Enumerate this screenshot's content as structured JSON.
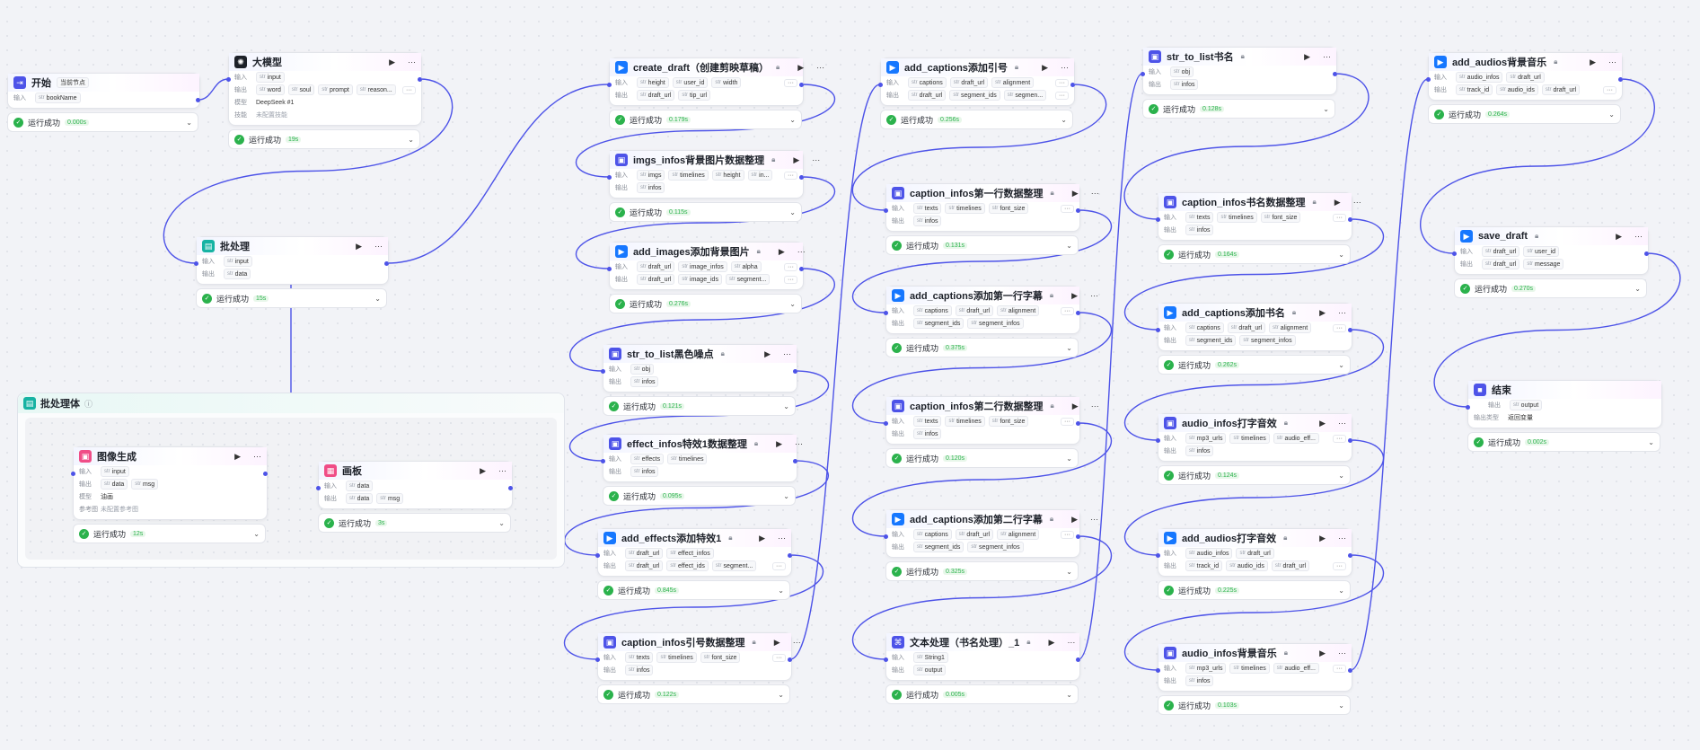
{
  "labels": {
    "input": "输入",
    "output": "输出",
    "model": "模型",
    "skill": "技能",
    "ref": "参考图",
    "output_type": "输出类型"
  },
  "status_text": "运行成功",
  "colors": {
    "edge": "#4d53e8",
    "success": "#2bb24c"
  },
  "icons": {
    "play": "play-icon",
    "more": "more-icon",
    "chevron": "chevron-down-icon",
    "check": "check-icon",
    "lock": "lock-icon"
  },
  "nodes": {
    "start": {
      "title": "开始",
      "badge": "当前节点",
      "inputs": [
        "bookName"
      ],
      "time": "0.000s"
    },
    "llm": {
      "title": "大模型",
      "inputs": [
        "input"
      ],
      "outputs": [
        "word",
        "soul",
        "prompt",
        "reason..."
      ],
      "model": "DeepSeek #1",
      "skill": "未配置技能",
      "time": "19s"
    },
    "batch": {
      "title": "批处理",
      "inputs": [
        "input"
      ],
      "outputs": [
        "data"
      ],
      "time": "15s"
    },
    "batch_body": {
      "title": "批处理体"
    },
    "image_gen": {
      "title": "图像生成",
      "inputs": [
        "input"
      ],
      "outputs": [
        "data",
        "msg"
      ],
      "model": "油画",
      "ref": "未配置参考图",
      "time": "12s"
    },
    "canvas": {
      "title": "画板",
      "inputs": [
        "data"
      ],
      "outputs": [
        "data",
        "msg"
      ],
      "time": "3s"
    },
    "create_draft": {
      "title": "create_draft（创建剪映草稿）",
      "inputs": [
        "height",
        "user_id",
        "width"
      ],
      "outputs": [
        "draft_url",
        "tip_url"
      ],
      "time": "0.179s"
    },
    "imgs_infos": {
      "title": "imgs_infos背景图片数据整理",
      "inputs": [
        "imgs",
        "timelines",
        "height",
        "in..."
      ],
      "outputs": [
        "infos"
      ],
      "time": "0.115s"
    },
    "add_images": {
      "title": "add_images添加背景图片",
      "inputs": [
        "draft_url",
        "image_infos",
        "alpha"
      ],
      "outputs": [
        "draft_url",
        "image_ids",
        "segment..."
      ],
      "time": "0.276s"
    },
    "str_to_list_black": {
      "title": "str_to_list黑色噪点",
      "inputs": [
        "obj"
      ],
      "outputs": [
        "infos"
      ],
      "time": "0.121s"
    },
    "effect_infos": {
      "title": "effect_infos特效1数据整理",
      "inputs": [
        "effects",
        "timelines"
      ],
      "outputs": [
        "infos"
      ],
      "time": "0.095s"
    },
    "add_effects": {
      "title": "add_effects添加特效1",
      "inputs": [
        "draft_url",
        "effect_infos"
      ],
      "outputs": [
        "draft_url",
        "effect_ids",
        "segment..."
      ],
      "time": "0.845s"
    },
    "caption_quote": {
      "title": "caption_infos引号数据整理",
      "inputs": [
        "texts",
        "timelines",
        "font_size"
      ],
      "outputs": [
        "infos"
      ],
      "time": "0.122s"
    },
    "add_captions_quote": {
      "title": "add_captions添加引号",
      "inputs": [
        "captions",
        "draft_url",
        "alignment"
      ],
      "outputs": [
        "draft_url",
        "segment_ids",
        "segmen..."
      ],
      "time": "0.256s"
    },
    "caption_line1": {
      "title": "caption_infos第一行数据整理",
      "inputs": [
        "texts",
        "timelines",
        "font_size"
      ],
      "outputs": [
        "infos"
      ],
      "time": "0.131s"
    },
    "add_captions_line1": {
      "title": "add_captions添加第一行字幕",
      "inputs": [
        "captions",
        "draft_url",
        "alignment"
      ],
      "outputs": [
        "segment_ids",
        "segment_infos"
      ],
      "time": "0.375s"
    },
    "caption_line2": {
      "title": "caption_infos第二行数据整理",
      "inputs": [
        "texts",
        "timelines",
        "font_size"
      ],
      "outputs": [
        "infos"
      ],
      "time": "0.120s"
    },
    "add_captions_line2": {
      "title": "add_captions添加第二行字幕",
      "inputs": [
        "captions",
        "draft_url",
        "alignment"
      ],
      "outputs": [
        "segment_ids",
        "segment_infos"
      ],
      "time": "0.325s"
    },
    "text_proc": {
      "title": "文本处理（书名处理）_1",
      "inputs": [
        "String1"
      ],
      "outputs": [
        "output"
      ],
      "time": "0.005s"
    },
    "str_to_list_book": {
      "title": "str_to_list书名",
      "inputs": [
        "obj"
      ],
      "outputs": [
        "infos"
      ],
      "time": "0.128s"
    },
    "caption_book": {
      "title": "caption_infos书名数据整理",
      "inputs": [
        "texts",
        "timelines",
        "font_size"
      ],
      "outputs": [
        "infos"
      ],
      "time": "0.164s"
    },
    "add_captions_book": {
      "title": "add_captions添加书名",
      "inputs": [
        "captions",
        "draft_url",
        "alignment"
      ],
      "outputs": [
        "segment_ids",
        "segment_infos"
      ],
      "time": "0.262s"
    },
    "audio_type": {
      "title": "audio_infos打字音效",
      "inputs": [
        "mp3_urls",
        "timelines",
        "audio_eff..."
      ],
      "outputs": [
        "infos"
      ],
      "time": "0.124s"
    },
    "add_audio_type": {
      "title": "add_audios打字音效",
      "inputs": [
        "audio_infos",
        "draft_url"
      ],
      "outputs": [
        "track_id",
        "audio_ids",
        "draft_url"
      ],
      "time": "0.225s"
    },
    "audio_bg": {
      "title": "audio_infos背景音乐",
      "inputs": [
        "mp3_urls",
        "timelines",
        "audio_eff..."
      ],
      "outputs": [
        "infos"
      ],
      "time": "0.103s"
    },
    "add_audio_bg": {
      "title": "add_audios背景音乐",
      "inputs": [
        "audio_infos",
        "draft_url"
      ],
      "outputs": [
        "track_id",
        "audio_ids",
        "draft_url"
      ],
      "time": "0.264s"
    },
    "save_draft": {
      "title": "save_draft",
      "inputs": [
        "draft_url",
        "user_id"
      ],
      "outputs": [
        "draft_url",
        "message"
      ],
      "time": "0.270s"
    },
    "end": {
      "title": "结束",
      "outputs": [
        "output"
      ],
      "output_type": "返回变量",
      "time": "0.002s"
    }
  }
}
